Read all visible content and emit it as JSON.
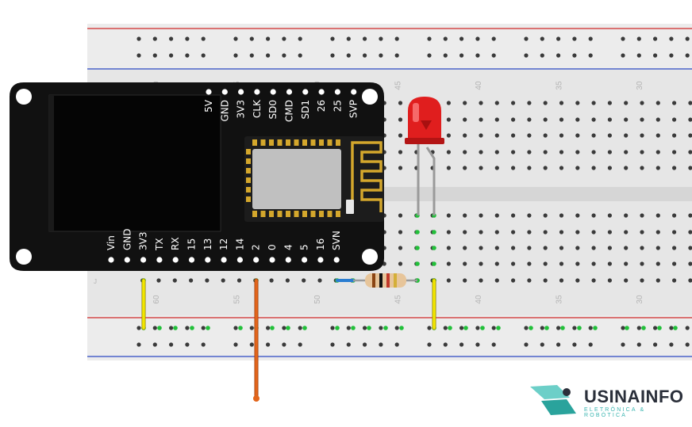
{
  "breadboard": {
    "row_letter_bottom": "J",
    "column_numbers": [
      "60",
      "55",
      "50",
      "45",
      "40",
      "35",
      "30"
    ],
    "colors": {
      "board": "#e6e6e6",
      "rail_red": "#d44a4a",
      "rail_blue": "#4b63c9",
      "hole": "#3a3a3a",
      "active_hole": "#22c03a"
    }
  },
  "board": {
    "name": "ESP32 with OLED",
    "top_pins": [
      "5V",
      "GND",
      "3V3",
      "CLK",
      "SD0",
      "CMD",
      "SD1",
      "26",
      "25",
      "SVP"
    ],
    "bottom_pins": [
      "Vin",
      "GND",
      "3V3",
      "TX",
      "RX",
      "15",
      "13",
      "12",
      "14",
      "2",
      "0",
      "4",
      "5",
      "16",
      "SVN"
    ],
    "colors": {
      "pcb": "#111111",
      "screen": "#050505",
      "module": "#1c1c1c",
      "shield": "#c0c0c0",
      "gold": "#d4a72c"
    }
  },
  "components": {
    "led": {
      "color": "#e01e1e",
      "legs": "#9a9a9a"
    },
    "resistor": {
      "body": "#e7c59a",
      "bands": [
        "#8b4513",
        "#111111",
        "#c0392b",
        "#d4af37"
      ]
    }
  },
  "wires": {
    "gnd_wire": "#f2e600",
    "signal_wire": "#e2651b",
    "led_wire": "#f2e600",
    "jumper": "#2a7dd1"
  },
  "brand": {
    "name": "USINAINFO",
    "tagline": "ELETRÔNICA & ROBÓTICA",
    "colors": {
      "teal": "#39b7b0",
      "dark": "#2a2f3a"
    }
  }
}
